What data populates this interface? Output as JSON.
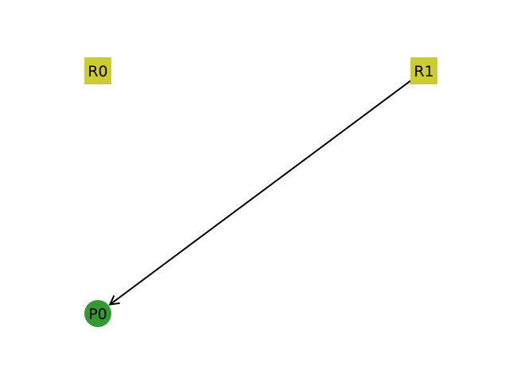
{
  "colors": {
    "resource_node": "#cccc33",
    "process_node": "#339933",
    "edge": "#000000",
    "label": "#000000"
  },
  "nodes": [
    {
      "id": "R0",
      "label": "R0",
      "kind": "resource",
      "shape": "square"
    },
    {
      "id": "R1",
      "label": "R1",
      "kind": "resource",
      "shape": "square"
    },
    {
      "id": "P0",
      "label": "P0",
      "kind": "process",
      "shape": "circle"
    }
  ],
  "edges": [
    {
      "from": "R1",
      "to": "P0",
      "directed": true
    }
  ]
}
